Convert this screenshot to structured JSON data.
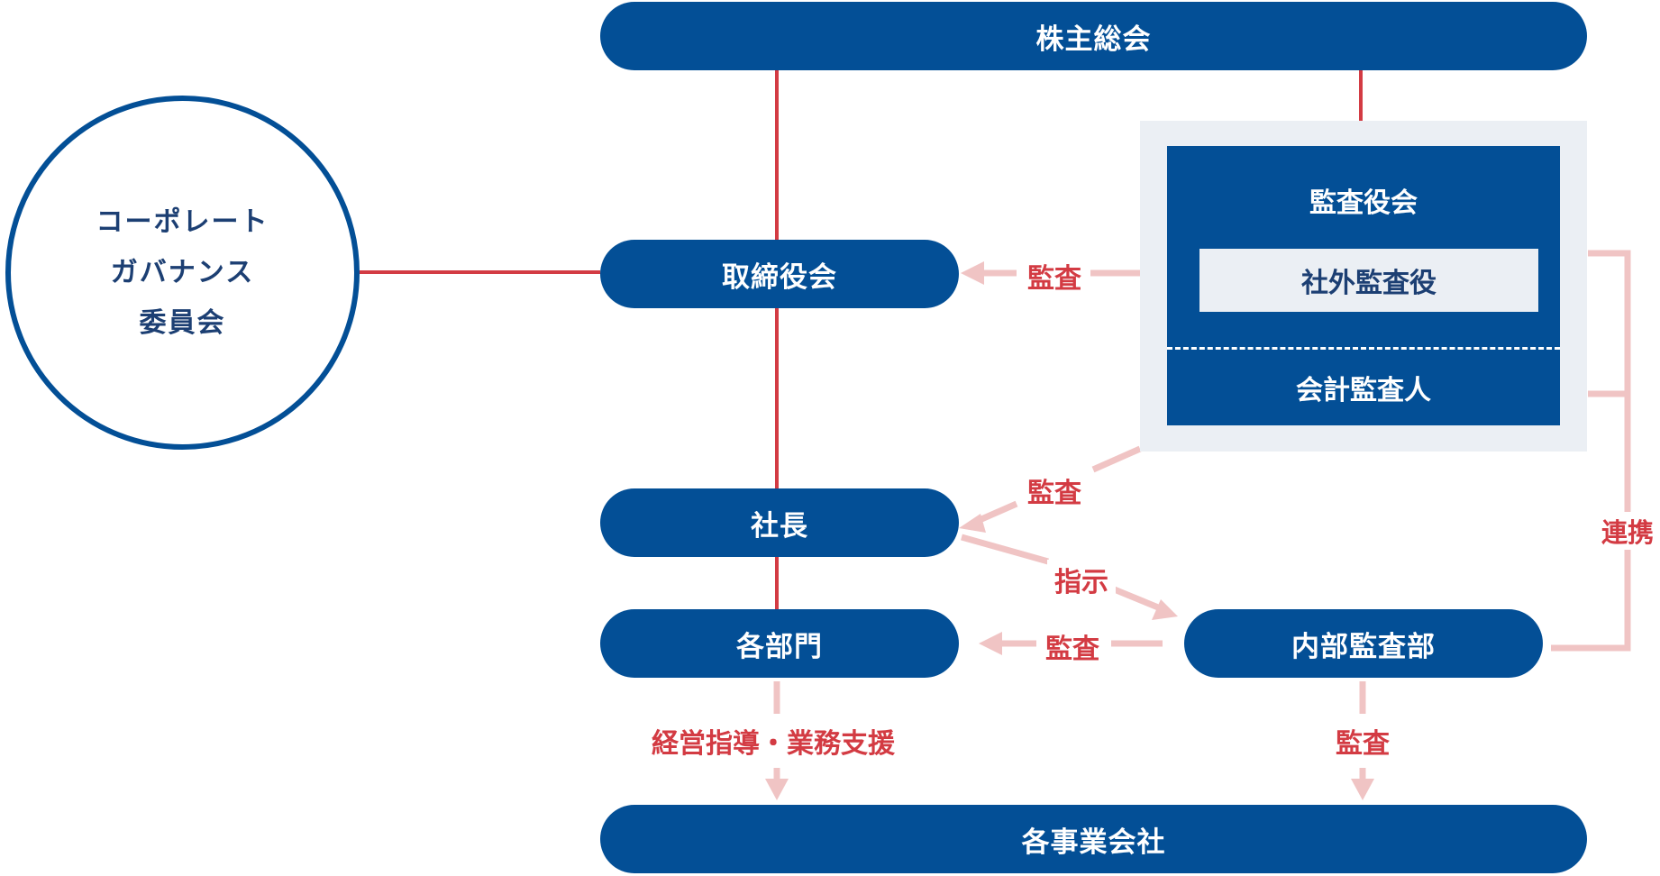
{
  "nodes": {
    "shareholders_meeting": "株主総会",
    "board": "取締役会",
    "president": "社長",
    "departments": "各部門",
    "internal_audit": "内部監査部",
    "group_companies": "各事業会社",
    "governance_committee_lines": [
      "コーポレート",
      "ガバナンス",
      "委員会"
    ],
    "audit_board": "監査役会",
    "outside_auditor": "社外監査役",
    "accounting_auditor": "会計監査人"
  },
  "labels": {
    "audit_to_board": "監査",
    "audit_to_president": "監査",
    "instruction": "指示",
    "audit_to_departments": "監査",
    "audit_to_companies": "監査",
    "management_support": "経営指導・業務支援",
    "coordination": "連携"
  },
  "colors": {
    "navy": "#034f96",
    "red_line": "#d33b43",
    "pink_arrow": "#f0c4c4",
    "light_panel": "#ebeff4",
    "label_red": "#d33b43"
  }
}
